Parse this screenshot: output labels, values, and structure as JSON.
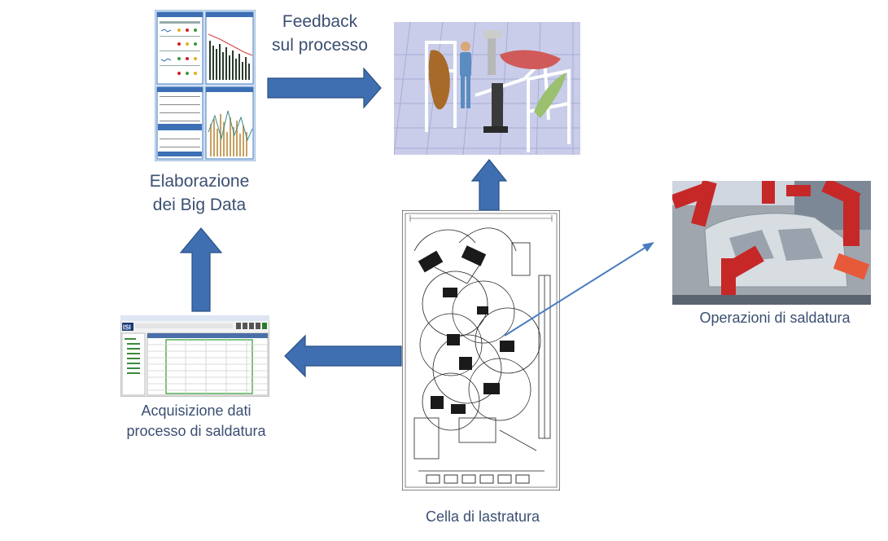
{
  "labels": {
    "elaborazione": [
      "Elaborazione",
      "dei  Big Data"
    ],
    "feedback": [
      "Feedback",
      "sul processo"
    ],
    "acquisizione": [
      "Acquisizione  dati",
      "processo  di saldatura"
    ],
    "operazioni": "Operazioni  di saldatura",
    "cella": "Cella di lastratura"
  },
  "dashboard_icon": "big-data-dashboard",
  "software_icon": "welding-data-acquisition-software",
  "software_logo": "ISI",
  "simulation_icon": "3d-process-simulation",
  "layout_icon": "welding-cell-layout-drawing",
  "photo_icon": "robot-welding-photo",
  "colors": {
    "arrow_fill": "#3f6fb0",
    "arrow_stroke": "#2a4f86",
    "label_text": "#3b4f72",
    "connector_line": "#4a7cc0"
  }
}
